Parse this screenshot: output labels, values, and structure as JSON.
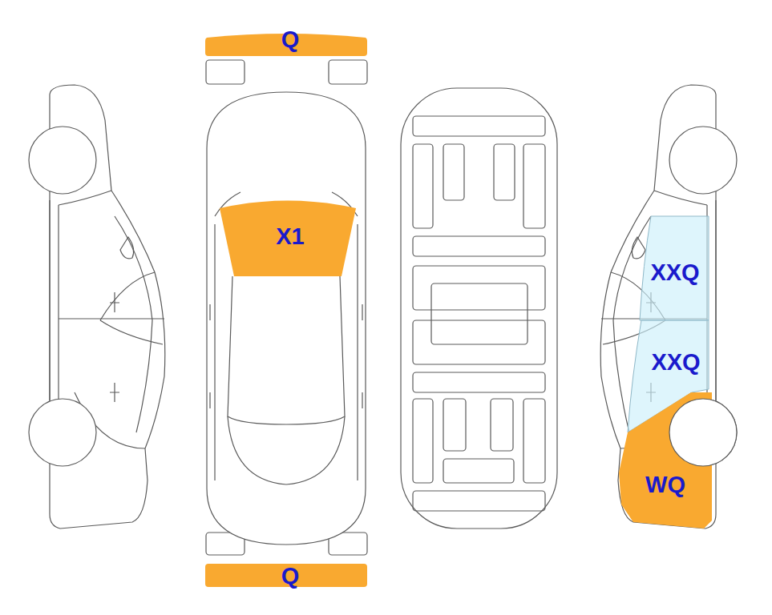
{
  "diagram": {
    "nodes": [
      {
        "text": [
          "Q"
        ]
      },
      {
        "text": [
          "X1"
        ]
      },
      {
        "text": [
          "XXQ"
        ]
      },
      {
        "text": [
          "XXQ"
        ]
      },
      {
        "text": [
          "WQ"
        ]
      },
      {
        "text": [
          "Q"
        ]
      }
    ]
  }
}
